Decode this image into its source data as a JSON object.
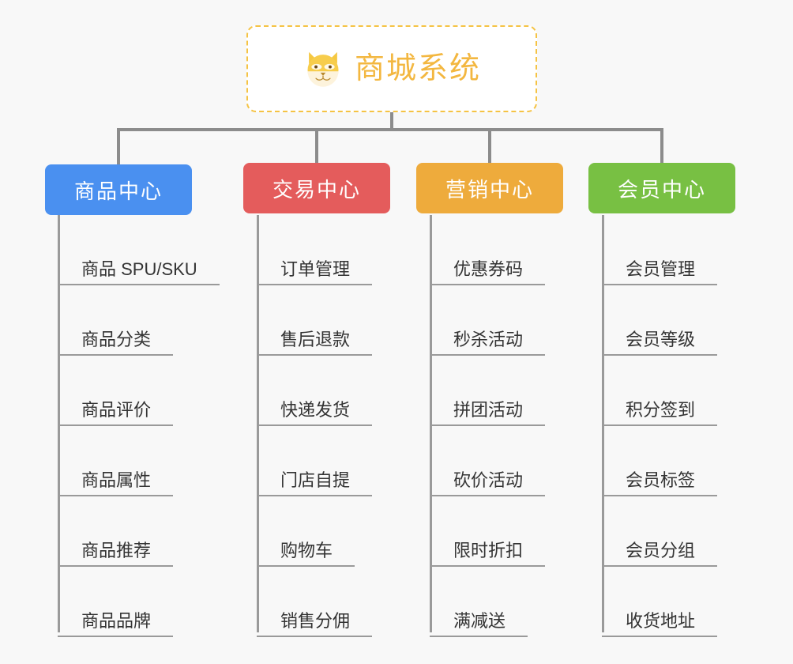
{
  "root": {
    "title": "商城系统",
    "icon": "shiba-dog-icon",
    "border_color": "#f5c344",
    "text_color": "#f3b740",
    "background": "#ffffff"
  },
  "canvas": {
    "background": "#f8f8f8",
    "connector_color": "#8c8c8c",
    "spine_color": "#9a9a9a",
    "leaf_text_color": "#333333"
  },
  "branches": [
    {
      "title": "商品中心",
      "color": "#4a90f0",
      "items": [
        "商品 SPU/SKU",
        "商品分类",
        "商品评价",
        "商品属性",
        "商品推荐",
        "商品品牌"
      ]
    },
    {
      "title": "交易中心",
      "color": "#e45c5c",
      "items": [
        "订单管理",
        "售后退款",
        "快递发货",
        "门店自提",
        "购物车",
        "销售分佣"
      ]
    },
    {
      "title": "营销中心",
      "color": "#eeab3c",
      "items": [
        "优惠券码",
        "秒杀活动",
        "拼团活动",
        "砍价活动",
        "限时折扣",
        "满减送"
      ]
    },
    {
      "title": "会员中心",
      "color": "#78c043",
      "items": [
        "会员管理",
        "会员等级",
        "积分签到",
        "会员标签",
        "会员分组",
        "收货地址"
      ]
    }
  ]
}
